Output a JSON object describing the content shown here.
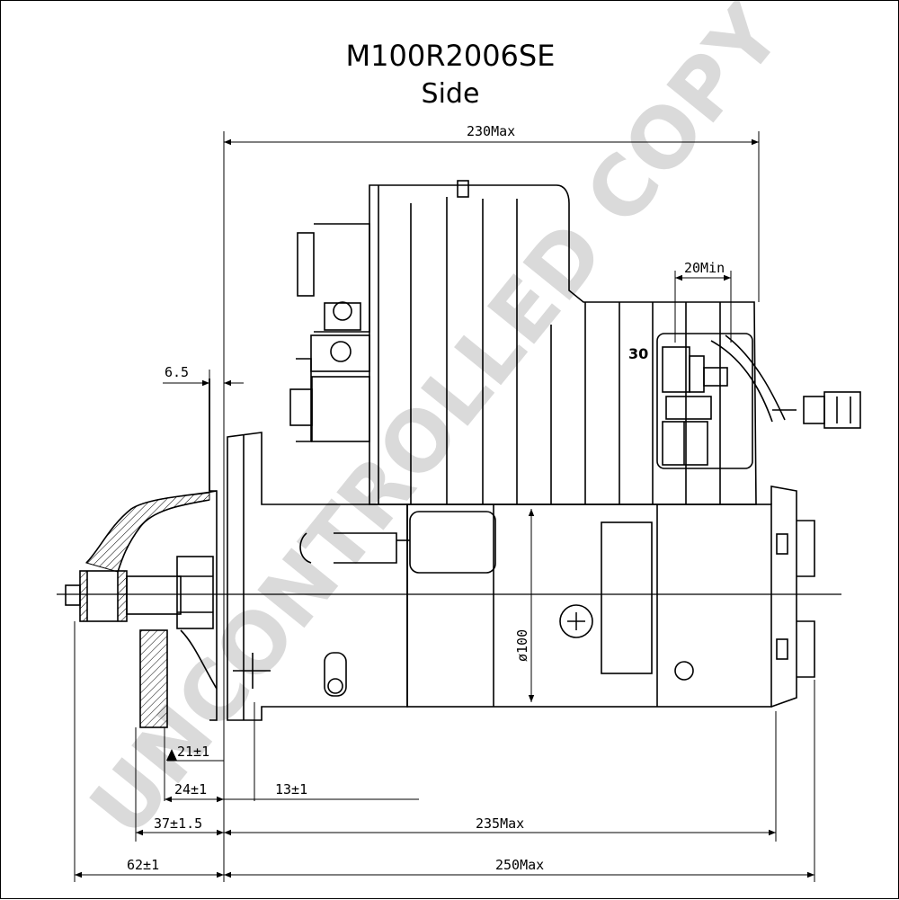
{
  "title": "M100R2006SE",
  "subtitle": "Side",
  "watermark": "UNCONTROLLED COPY",
  "terminal_label": "30",
  "diameter_label": "ø100",
  "dimensions": {
    "overall_top": "230Max",
    "connector_min": "20Min",
    "flange_offset": "6.5",
    "d21": "21±1",
    "d24": "24±1",
    "d13": "13±1",
    "d37": "37±1.5",
    "d235": "235Max",
    "d62": "62±1",
    "d250": "250Max"
  }
}
